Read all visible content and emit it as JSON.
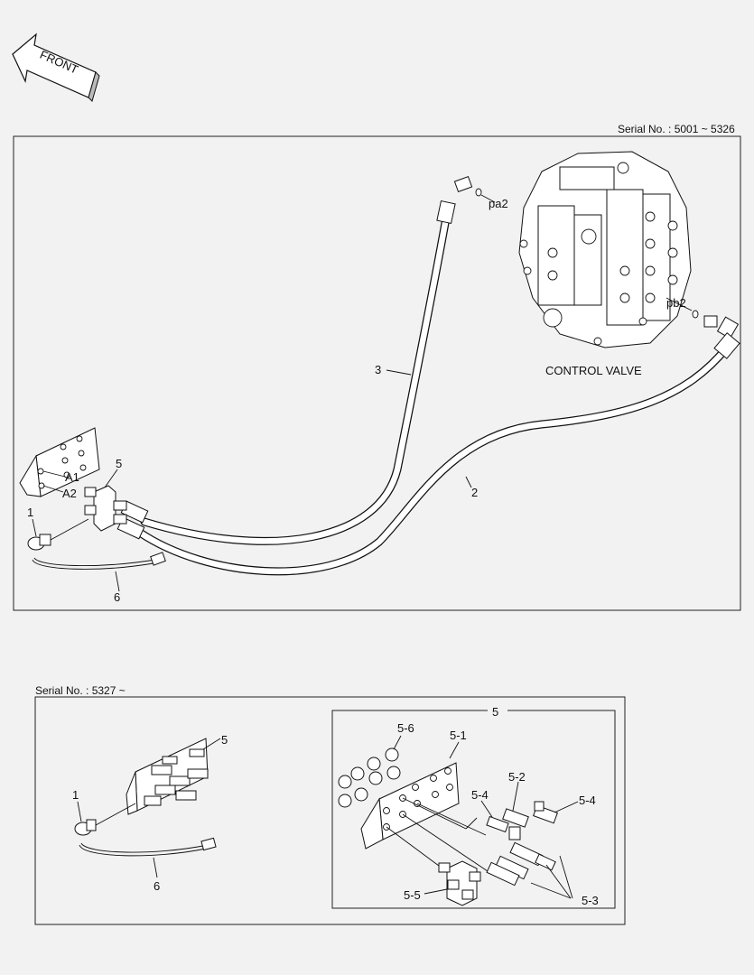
{
  "front_arrow": {
    "label": "FRONT"
  },
  "top_section": {
    "serial": "Serial No. : 5001 ~ 5326",
    "control_valve_label": "CONTROL VALVE",
    "callouts": {
      "pa2": "pa2",
      "pb2": "pb2",
      "hose_3": "3",
      "hose_2": "2",
      "a1": "A1",
      "a2": "A2",
      "block_5": "5",
      "switch_1": "1",
      "harness_6": "6"
    }
  },
  "bottom_section": {
    "serial": "Serial No. : 5327 ~",
    "callouts": {
      "block_5": "5",
      "switch_1": "1",
      "harness_6": "6"
    },
    "detail_box": {
      "title": "5",
      "callouts": {
        "p5_6": "5-6",
        "p5_1": "5-1",
        "p5_2": "5-2",
        "p5_4a": "5-4",
        "p5_4b": "5-4",
        "p5_5": "5-5",
        "p5_3": "5-3"
      }
    }
  }
}
